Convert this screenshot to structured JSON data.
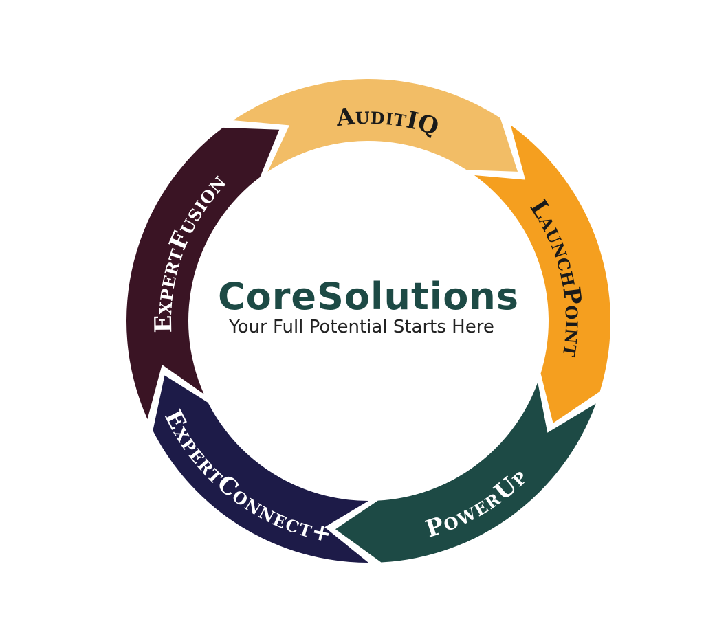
{
  "center": {
    "title": "CoreSolutions",
    "subtitle": "Your Full Potential Starts Here",
    "title_color": "#1d4a45",
    "subtitle_color": "#222222"
  },
  "cycle": {
    "segments": [
      {
        "id": "auditiq",
        "label": "AuditIQ",
        "color": "#f2bd66",
        "text_color": "#1a1a1a"
      },
      {
        "id": "launchpoint",
        "label": "LaunchPoint",
        "color": "#f59f1f",
        "text_color": "#1a1a1a"
      },
      {
        "id": "powerup",
        "label": "PowerUp",
        "color": "#1d4a45",
        "text_color": "#ffffff"
      },
      {
        "id": "expertconnect",
        "label": "ExpertConnect+",
        "color": "#1d1b48",
        "text_color": "#ffffff"
      },
      {
        "id": "expertfusion",
        "label": "ExpertFusion",
        "color": "#3a1424",
        "text_color": "#ffffff"
      }
    ]
  }
}
